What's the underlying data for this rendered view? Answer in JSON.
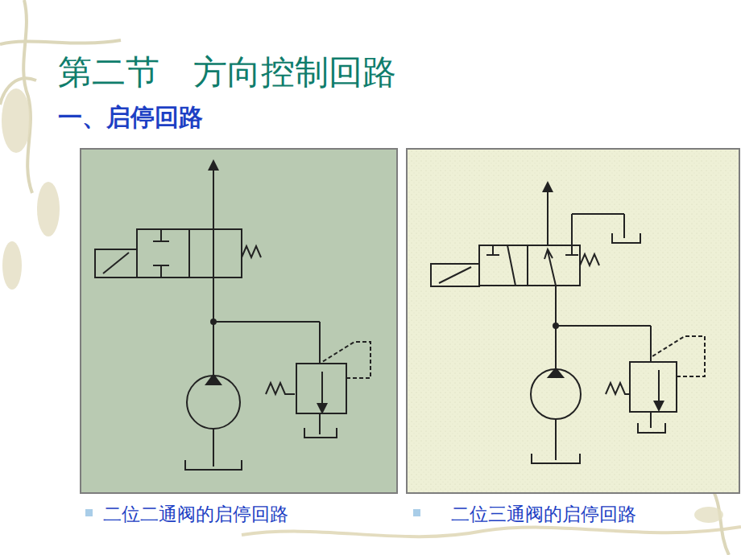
{
  "diagram": {
    "title": "第二节　方向控制回路",
    "labels": [
      "一、启停回路",
      "二位二通阀的启停回路",
      "二位三通阀的启停回路"
    ]
  }
}
